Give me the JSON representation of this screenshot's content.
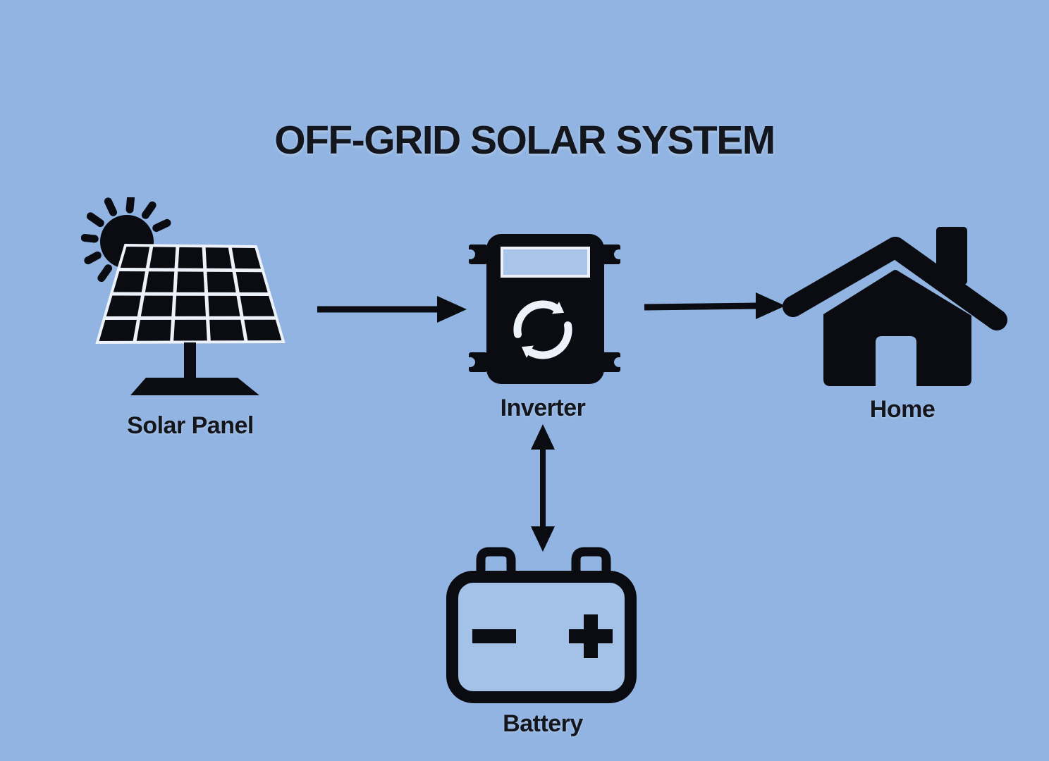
{
  "title": "OFF-GRID SOLAR SYSTEM",
  "nodes": {
    "solar_panel": {
      "label": "Solar Panel"
    },
    "inverter": {
      "label": "Inverter"
    },
    "home": {
      "label": "Home"
    },
    "battery": {
      "label": "Battery"
    }
  },
  "connections": [
    {
      "from": "Solar Panel",
      "to": "Inverter",
      "direction": "one-way"
    },
    {
      "from": "Inverter",
      "to": "Home",
      "direction": "one-way"
    },
    {
      "from": "Inverter",
      "to": "Battery",
      "direction": "two-way"
    }
  ],
  "colors": {
    "background": "#91b4e2",
    "icon": "#0b0c11",
    "text": "#14161d",
    "highlight": "#edf2fa"
  }
}
